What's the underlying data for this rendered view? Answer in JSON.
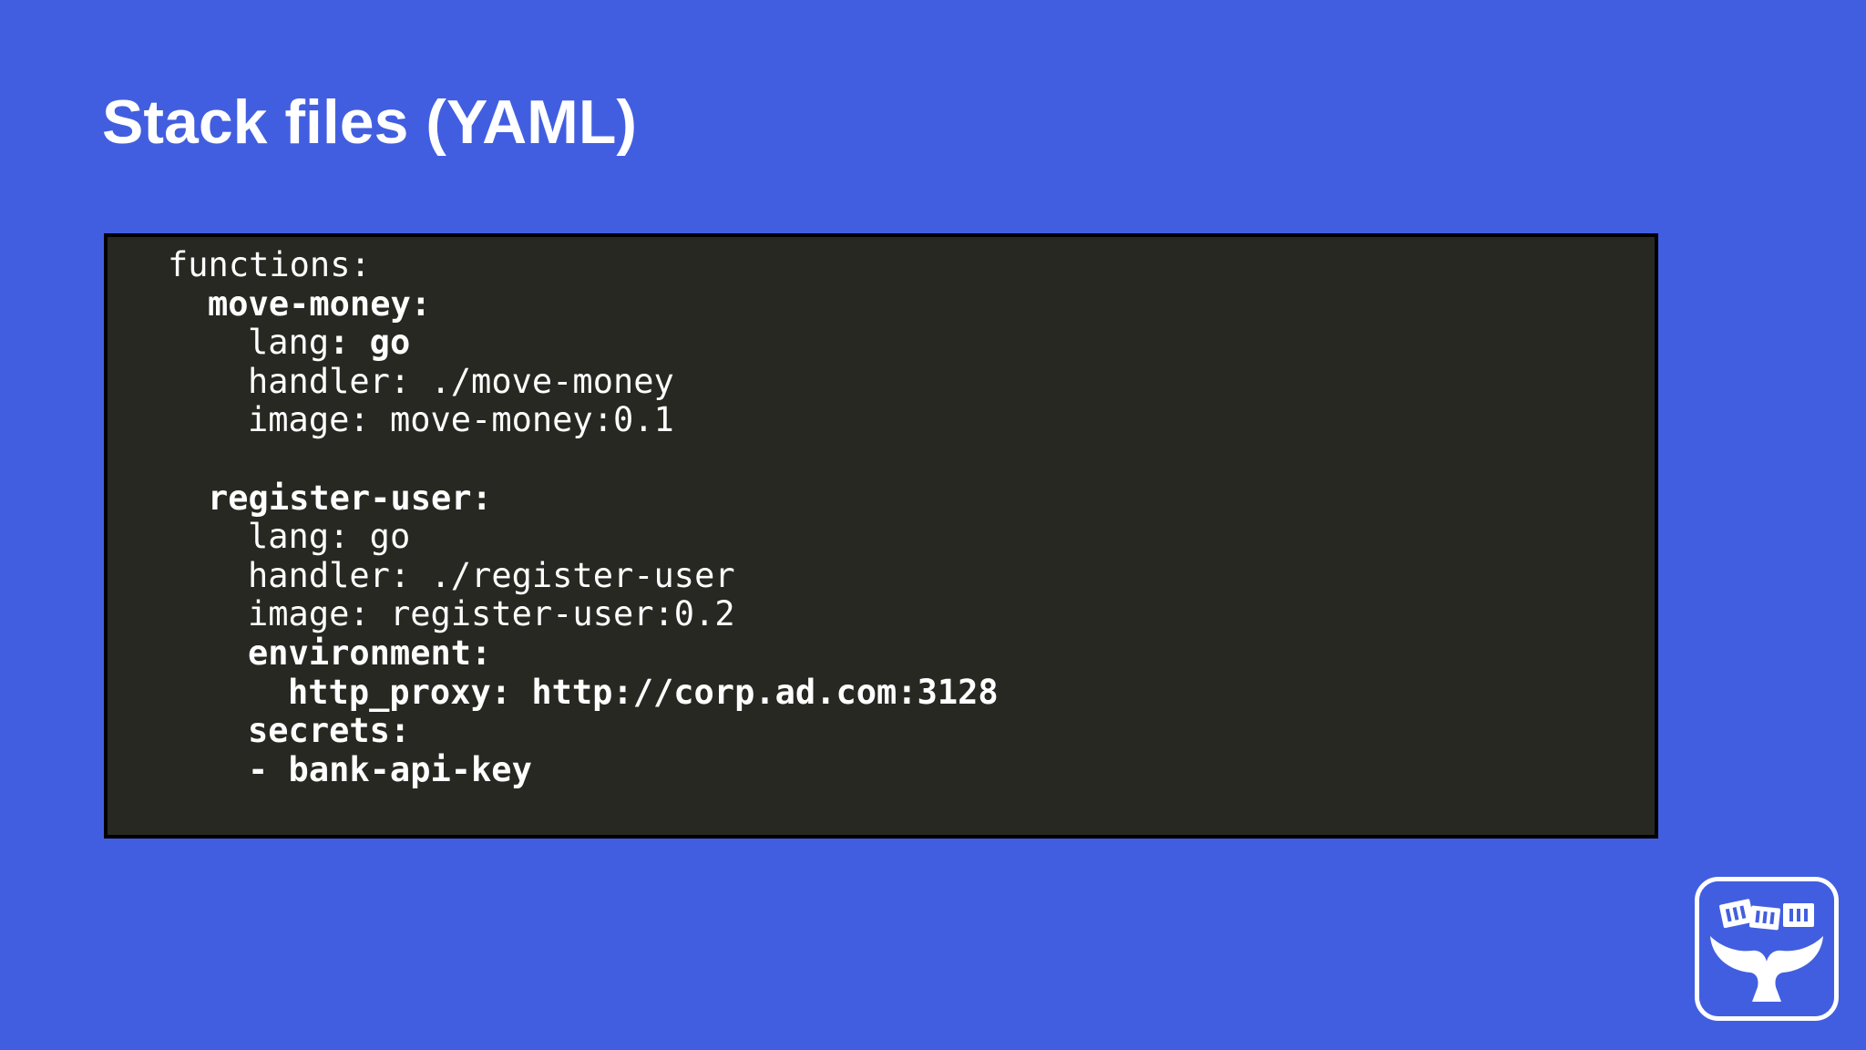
{
  "slide": {
    "title": "Stack files (YAML)"
  },
  "code": {
    "lines": [
      {
        "key": "functions",
        "sep": ":",
        "value": ""
      },
      {
        "key": "move-money",
        "sep": ":",
        "value": ""
      },
      {
        "key": "lang",
        "sep": ":",
        "value": " go"
      },
      {
        "key": "handler",
        "sep": ":",
        "value": " ./move-money"
      },
      {
        "key": "image",
        "sep": ":",
        "value": " move-money:0.1"
      },
      {
        "key": "",
        "sep": "",
        "value": ""
      },
      {
        "key": "register-user",
        "sep": ":",
        "value": ""
      },
      {
        "key": "lang",
        "sep": ":",
        "value": " go"
      },
      {
        "key": "handler",
        "sep": ":",
        "value": " ./register-user"
      },
      {
        "key": "image",
        "sep": ":",
        "value": " register-user:0.2"
      },
      {
        "key": "environment",
        "sep": ":",
        "value": ""
      },
      {
        "key": "http_proxy",
        "sep": ":",
        "value": " http://corp.ad.com:3128"
      },
      {
        "key": "secrets",
        "sep": ":",
        "value": ""
      },
      {
        "key": "- bank-api-key",
        "sep": "",
        "value": ""
      }
    ]
  },
  "logo": {
    "icon": "whale-containers-icon"
  },
  "colors": {
    "background": "#425ee0",
    "code_background": "#272822",
    "text": "#ffffff"
  }
}
